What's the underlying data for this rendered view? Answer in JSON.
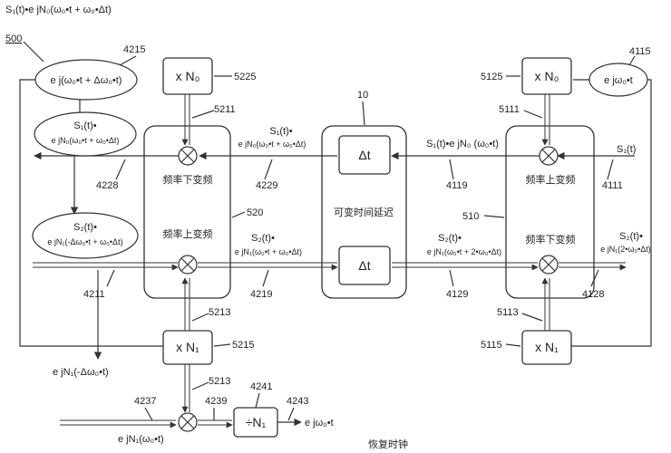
{
  "diagram": {
    "figure_ref": "500",
    "top_formula": "S₁(t)•e jN₀(ω₀•t + ω₀•Δt)",
    "ref_numbers": {
      "r4215": "4215",
      "r5225": "5225",
      "r5211": "5211",
      "r4228": "4228",
      "r4229": "4229",
      "r520": "520",
      "r4211": "4211",
      "r4219": "4219",
      "r5213a": "5213",
      "r5215": "5215",
      "r5213b": "5213",
      "r4241": "4241",
      "r4243": "4243",
      "r4237": "4237",
      "r4239": "4239",
      "r10": "10",
      "r4119": "4119",
      "r4129": "4129",
      "r4115": "4115",
      "r5125": "5125",
      "r5111": "5111",
      "r4111": "4111",
      "r510": "510",
      "r4128": "4128",
      "r5113": "5113",
      "r5115": "5115"
    },
    "blocks": {
      "mult_n0_left": "x N₀",
      "mult_n0_right": "x N₀",
      "mult_n1_left": "x N₁",
      "mult_n1_right": "x N₁",
      "delay_top": "Δt",
      "delay_bottom": "Δt",
      "divider": "÷N₁"
    },
    "panel_labels": {
      "left_down": "频率下变频",
      "left_up": "频率上变频",
      "center": "可变时间延迟",
      "right_up": "频率上变频",
      "right_down": "频率下变频",
      "recovered_clock": "恢复时钟"
    },
    "ellipses": {
      "top_left": "e j(ω₀•t + Δω₀•t)",
      "mid_left_line1": "S₁(t)•",
      "mid_left_line2": "e jN₀(ω₀•t + ω₀•Δt)",
      "low_left_line1": "S₂(t)•",
      "low_left_line2": "e jN₁(-Δω₀•t + ω₀•Δt)",
      "top_right": "e jω₀•t"
    },
    "signals": {
      "s1_left_1": "S₁(t)•",
      "s1_left_2": "e jN₀(ω₀•t + ω₀•Δt)",
      "s1_right": "S₁(t)•e jN₀ (ω₀•t)",
      "s1_input": "S₁(t)",
      "s2_left_1": "S₂(t)•",
      "s2_left_2": "e jN₁(ω₀•t + ω₀•Δt)",
      "s2_mid_1": "S₂(t)•",
      "s2_mid_2": "e jN₁(ω₀•t + 2•ω₀•Δt)",
      "s2_right_1": "S₂(t)•",
      "s2_right_2": "e jN₁(2•ω₀•Δt)",
      "offset": "e jN₁(-Δω₀•t)",
      "clock_in": "e jN₁(ω₀•t)",
      "clock_out": "e jω₀•t"
    }
  }
}
